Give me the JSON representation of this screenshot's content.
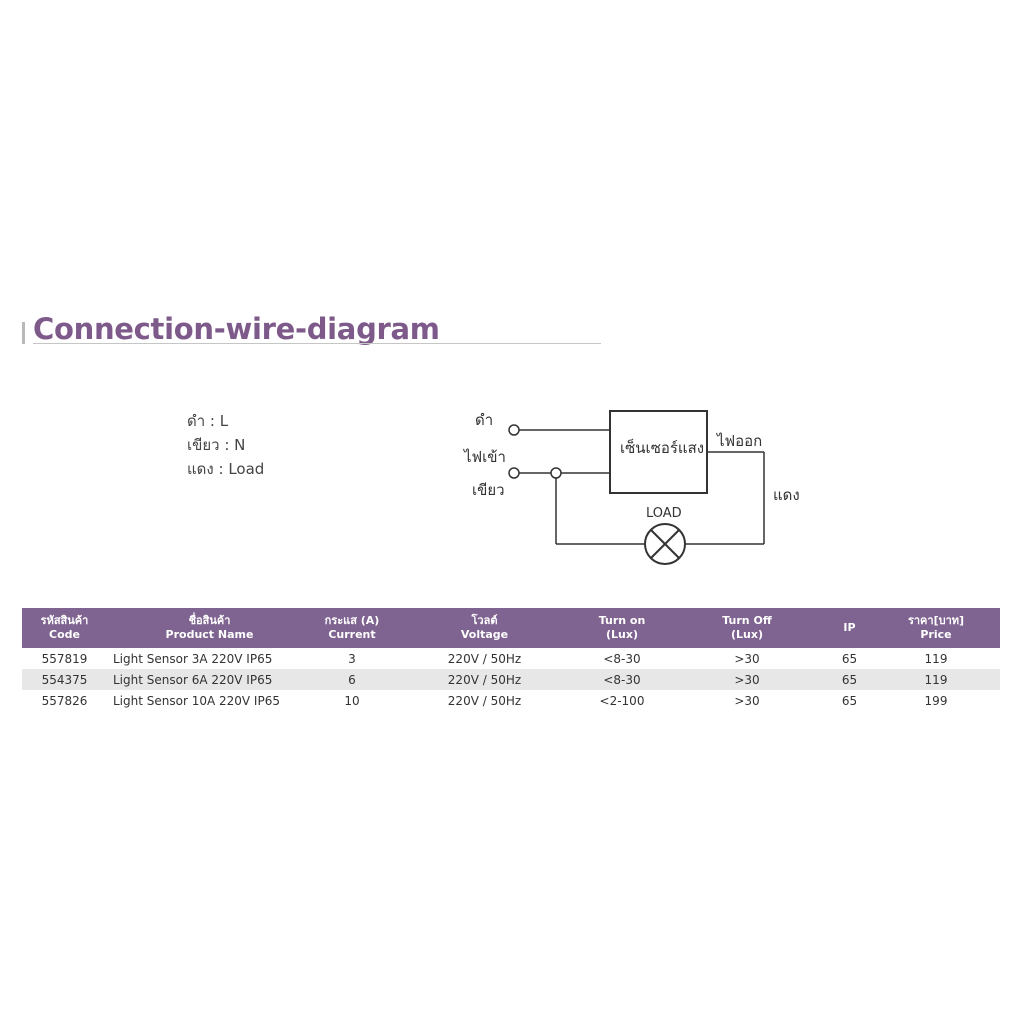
{
  "heading": {
    "title": "Connection-wire-diagram"
  },
  "legend": [
    "ดำ : L",
    "เขียว : N",
    "แดง : Load"
  ],
  "diagram": {
    "label_black": "ดำ",
    "label_input": "ไฟเข้า",
    "label_green": "เขียว",
    "sensor_label": "เซ็นเซอร์แสง",
    "label_output": "ไฟออก",
    "label_red": "แดง",
    "load_label": "LOAD"
  },
  "table": {
    "headers": [
      {
        "th": "รหัสสินค้า",
        "en": "Code"
      },
      {
        "th": "ชื่อสินค้า",
        "en": "Product Name"
      },
      {
        "th": "กระแส (A)",
        "en": "Current"
      },
      {
        "th": "โวลต์",
        "en": "Voltage"
      },
      {
        "th": "Turn on",
        "en": "(Lux)"
      },
      {
        "th": "Turn Off",
        "en": "(Lux)"
      },
      {
        "th": "IP",
        "en": ""
      },
      {
        "th": "ราคา[บาท]",
        "en": "Price"
      }
    ],
    "rows": [
      [
        "557819",
        "Light Sensor 3A 220V IP65",
        "3",
        "220V / 50Hz",
        "<8-30",
        ">30",
        "65",
        "119"
      ],
      [
        "554375",
        "Light Sensor 6A 220V IP65",
        "6",
        "220V / 50Hz",
        "<8-30",
        ">30",
        "65",
        "119"
      ],
      [
        "557826",
        "Light Sensor 10A 220V IP65",
        "10",
        "220V / 50Hz",
        "<2-100",
        ">30",
        "65",
        "199"
      ]
    ]
  }
}
